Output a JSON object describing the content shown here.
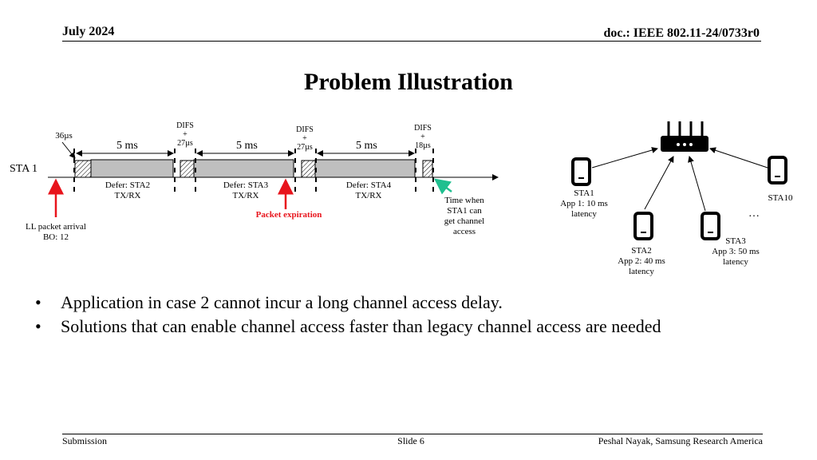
{
  "header": {
    "date": "July 2024",
    "doc_id": "doc.: IEEE 802.11-24/0733r0"
  },
  "title": "Problem Illustration",
  "timeline": {
    "sta_label": "STA 1",
    "backoff_label": "36µs",
    "durations": [
      "5 ms",
      "5 ms",
      "5 ms"
    ],
    "difs_labels": [
      [
        "DIFS",
        "+",
        "27µs"
      ],
      [
        "DIFS",
        "+",
        "27µs"
      ],
      [
        "DIFS",
        "+",
        "18µs"
      ]
    ],
    "defer_labels": [
      [
        "Defer: STA2",
        "TX/RX"
      ],
      [
        "Defer: STA3",
        "TX/RX"
      ],
      [
        "Defer: STA4",
        "TX/RX"
      ]
    ],
    "packet_expiration": "Packet expiration",
    "ll_packet": [
      "LL packet arrival",
      "BO: 12"
    ],
    "access_time": [
      "Time when",
      "STA1 can",
      "get channel",
      "access"
    ],
    "expiration_color": "#e8141c",
    "access_arrow_color": "#1fbf8f"
  },
  "network": {
    "sta1": [
      "STA1",
      "App 1: 10 ms",
      "latency"
    ],
    "sta2": [
      "STA2",
      "App 2: 40 ms",
      "latency"
    ],
    "sta3": [
      "STA3",
      "App 3: 50 ms",
      "latency"
    ],
    "sta10": "STA10",
    "ellipsis": "…"
  },
  "bullets": [
    "Application in case 2 cannot incur a long channel access delay.",
    "Solutions that can enable channel access faster than legacy channel access are needed"
  ],
  "footer": {
    "left": "Submission",
    "center": "Slide 6",
    "right": "Peshal Nayak, Samsung Research America"
  }
}
